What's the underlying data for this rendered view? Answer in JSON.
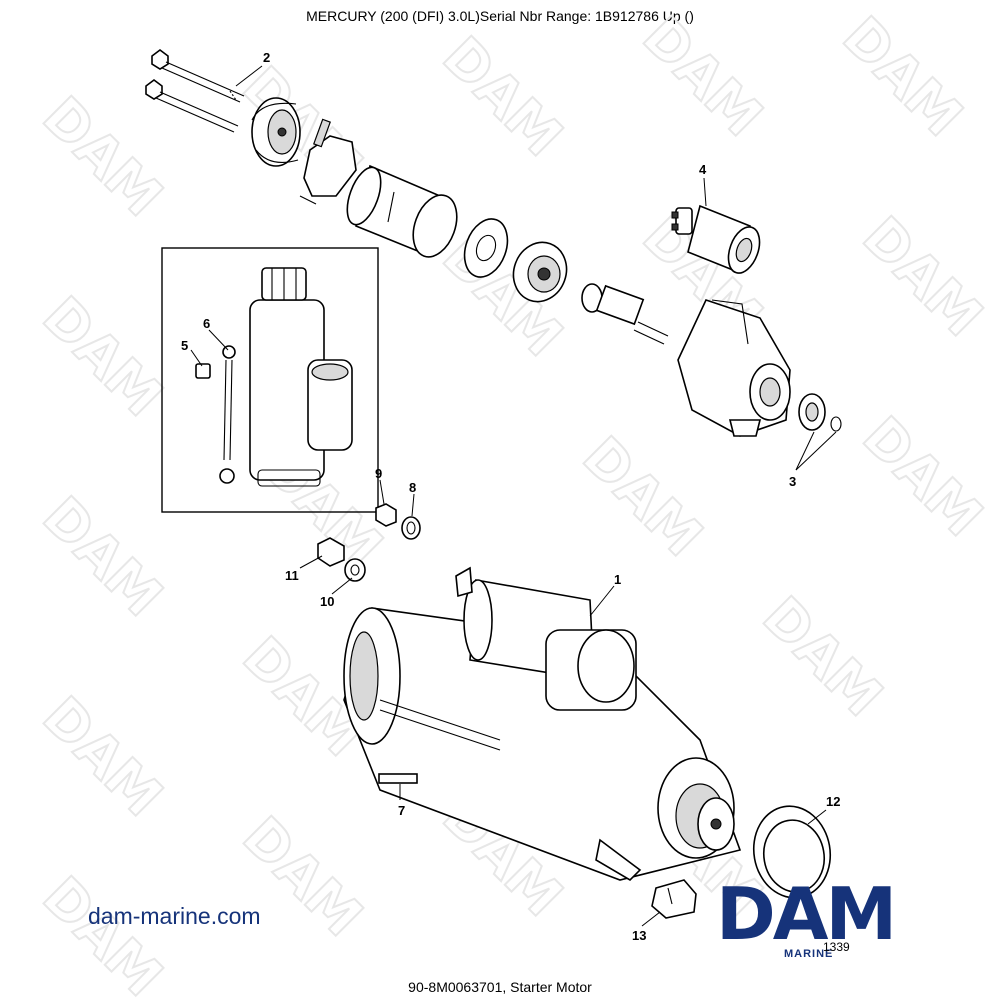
{
  "header": {
    "title": "MERCURY (200 (DFI) 3.0L)Serial Nbr Range: 1B912786  Up ()"
  },
  "footer": {
    "caption": "90-8M0063701, Starter Motor"
  },
  "brand": {
    "site": "dam-marine.com",
    "logo": "DAM",
    "logo_sub": "MARINE",
    "watermark": "DAM",
    "color": "#16337a"
  },
  "figure": {
    "number": "1339"
  },
  "callouts": [
    "1",
    "2",
    "3",
    "4",
    "5",
    "6",
    "7",
    "8",
    "9",
    "10",
    "11",
    "12",
    "13"
  ]
}
